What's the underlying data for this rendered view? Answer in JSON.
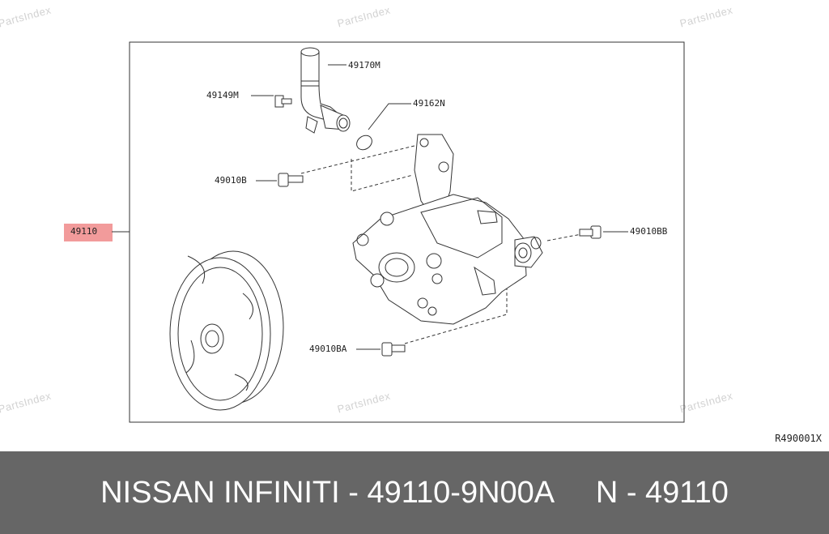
{
  "watermarks": [
    "PartsIndex",
    "PartsIndex",
    "PartsIndex",
    "PartsIndex",
    "PartsIndex",
    "PartsIndex"
  ],
  "parts": {
    "p49170M": "49170M",
    "p49149M": "49149M",
    "p49162N": "49162N",
    "p49010B": "49010B",
    "p49110": "49110",
    "p49010BB": "49010BB",
    "p49010BA": "49010BA"
  },
  "highlight_color": "#f08a8a",
  "reference_code": "R490001X",
  "footer": {
    "title": "NISSAN INFINITI - 49110-9N00A     N - 49110",
    "background": "#666666"
  }
}
